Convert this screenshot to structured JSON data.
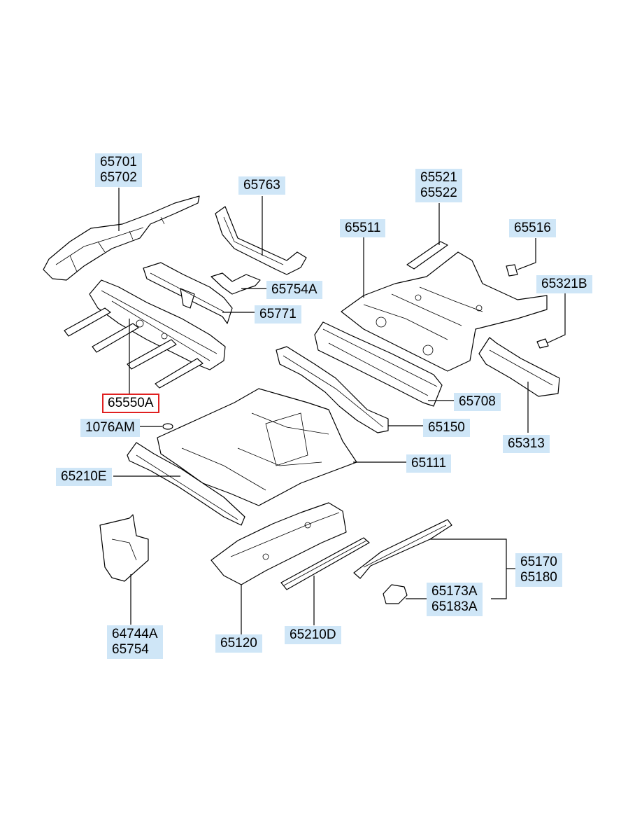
{
  "labels": {
    "l_65701": [
      "65701",
      "65702"
    ],
    "l_65763": [
      "65763"
    ],
    "l_65521": [
      "65521",
      "65522"
    ],
    "l_65511": [
      "65511"
    ],
    "l_65516": [
      "65516"
    ],
    "l_65321b": [
      "65321B"
    ],
    "l_65754a": [
      "65754A"
    ],
    "l_65771": [
      "65771"
    ],
    "l_65708": [
      "65708"
    ],
    "l_65550a": [
      "65550A"
    ],
    "l_1076am": [
      "1076AM"
    ],
    "l_65150": [
      "65150"
    ],
    "l_65313": [
      "65313"
    ],
    "l_65111": [
      "65111"
    ],
    "l_65210e": [
      "65210E"
    ],
    "l_65170": [
      "65170",
      "65180"
    ],
    "l_65173a": [
      "65173A",
      "65183A"
    ],
    "l_64744a": [
      "64744A",
      "65754"
    ],
    "l_65120": [
      "65120"
    ],
    "l_65210d": [
      "65210D"
    ]
  },
  "selected_label": "65550A",
  "colors": {
    "label_bg": "#cfe6f7",
    "selected_border": "#e02020"
  }
}
